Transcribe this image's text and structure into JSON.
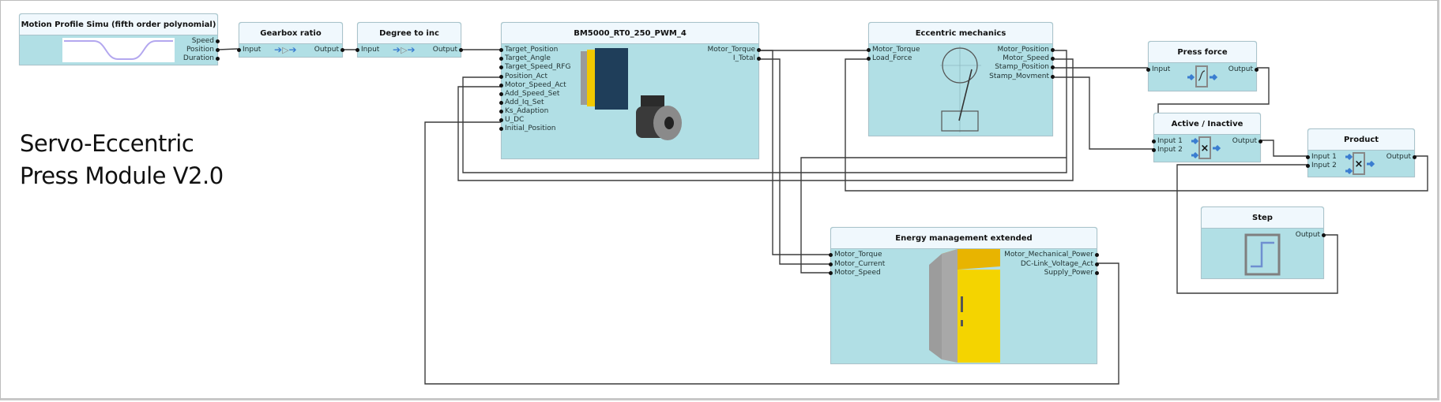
{
  "diagram_title_line1": "Servo-Eccentric",
  "diagram_title_line2": "Press Module V2.0",
  "colors": {
    "block_body": "#b1dfe5",
    "block_header": "#f0f8fd",
    "wire": "#3c3c3c",
    "arrow_blue": "#3a7dd0"
  },
  "blocks": {
    "motion_profile": {
      "title": "Motion Profile Simu (fifth order polynomial)",
      "outputs": [
        "Speed",
        "Position",
        "Duration"
      ],
      "icon": "motion-profile-curve-icon"
    },
    "gearbox": {
      "title": "Gearbox ratio",
      "inputs": [
        "Input"
      ],
      "outputs": [
        "Output"
      ],
      "icon": "gain-triangle-icon"
    },
    "degree": {
      "title": "Degree to inc",
      "inputs": [
        "Input"
      ],
      "outputs": [
        "Output"
      ],
      "icon": "gain-triangle-icon"
    },
    "bm5000": {
      "title": "BM5000_RT0_250_PWM_4",
      "inputs": [
        "Target_Position",
        "Target_Angle",
        "Target_Speed_RFG",
        "Position_Act",
        "Motor_Speed_Act",
        "Add_Speed_Set",
        "Add_Iq_Set",
        "Ks_Adaption",
        "U_DC",
        "Initial_Position"
      ],
      "outputs": [
        "Motor_Torque",
        "I_Total"
      ],
      "icon": "servo-drive-and-motor-image"
    },
    "eccentric": {
      "title": "Eccentric mechanics",
      "inputs": [
        "Motor_Torque",
        "Load_Force"
      ],
      "outputs": [
        "Motor_Position",
        "Motor_Speed",
        "Stamp_Position",
        "Stamp_Movment"
      ],
      "icon": "eccentric-crank-icon"
    },
    "press_force": {
      "title": "Press force",
      "inputs": [
        "Input"
      ],
      "outputs": [
        "Output"
      ],
      "icon": "lookup-curve-icon"
    },
    "active": {
      "title": "Active / Inactive",
      "inputs": [
        "Input 1",
        "Input 2"
      ],
      "outputs": [
        "Output"
      ],
      "icon": "multiply-icon"
    },
    "product": {
      "title": "Product",
      "inputs": [
        "Input 1",
        "Input 2"
      ],
      "outputs": [
        "Output"
      ],
      "icon": "multiply-icon"
    },
    "step": {
      "title": "Step",
      "outputs": [
        "Output"
      ],
      "icon": "step-function-icon"
    },
    "energy": {
      "title": "Energy management extended",
      "inputs": [
        "Motor_Torque",
        "Motor_Current",
        "Motor_Speed"
      ],
      "outputs": [
        "Motor_Mechanical_Power",
        "DC-Link_Voltage_Act",
        "Supply_Power"
      ],
      "icon": "power-supply-cabinet-image"
    }
  },
  "multiply_symbol": "×",
  "arrow_glyph": "➔"
}
